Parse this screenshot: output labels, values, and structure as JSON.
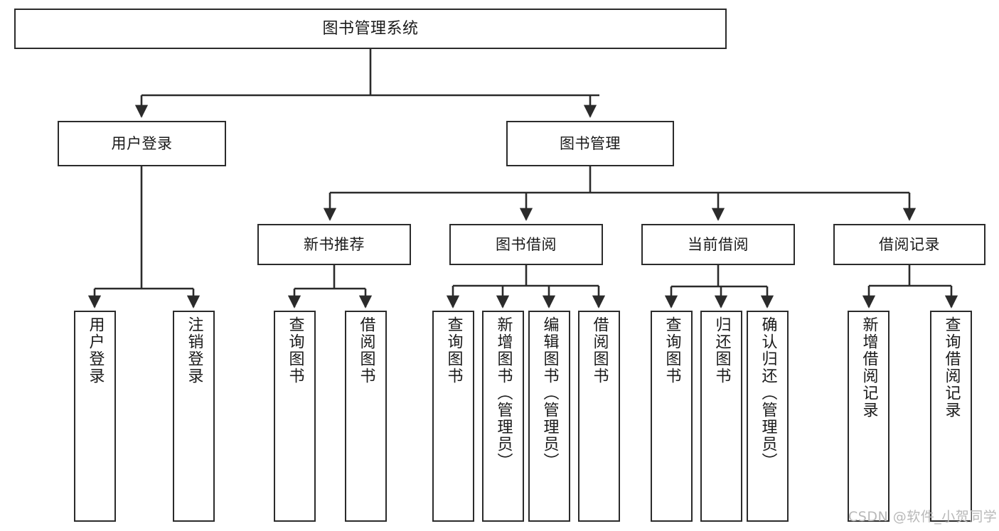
{
  "diagram": {
    "title": "图书管理系统",
    "watermark": "CSDN @软件_小贺同学",
    "line_color": "#2b2b2b",
    "box_fill": "#ffffff",
    "text_color": "#1a1a1a",
    "watermark_color": "#b8b8b8",
    "root": {
      "label": "图书管理系统"
    },
    "level2": [
      {
        "label": "用户登录"
      },
      {
        "label": "图书管理"
      }
    ],
    "level3": [
      {
        "label": "新书推荐"
      },
      {
        "label": "图书借阅"
      },
      {
        "label": "当前借阅"
      },
      {
        "label": "借阅记录"
      }
    ],
    "leaves": {
      "user_login": [
        {
          "label": "用户登录"
        },
        {
          "label": "注销登录"
        }
      ],
      "new_book_recommend": [
        {
          "label": "查询图书"
        },
        {
          "label": "借阅图书"
        }
      ],
      "book_borrow": [
        {
          "label": "查询图书"
        },
        {
          "label": "新增图书（管理员）"
        },
        {
          "label": "编辑图书（管理员）"
        },
        {
          "label": "借阅图书"
        }
      ],
      "current_borrow": [
        {
          "label": "查询图书"
        },
        {
          "label": "归还图书"
        },
        {
          "label": "确认归还（管理员）"
        }
      ],
      "borrow_record": [
        {
          "label": "新增借阅记录"
        },
        {
          "label": "查询借阅记录"
        }
      ]
    }
  }
}
